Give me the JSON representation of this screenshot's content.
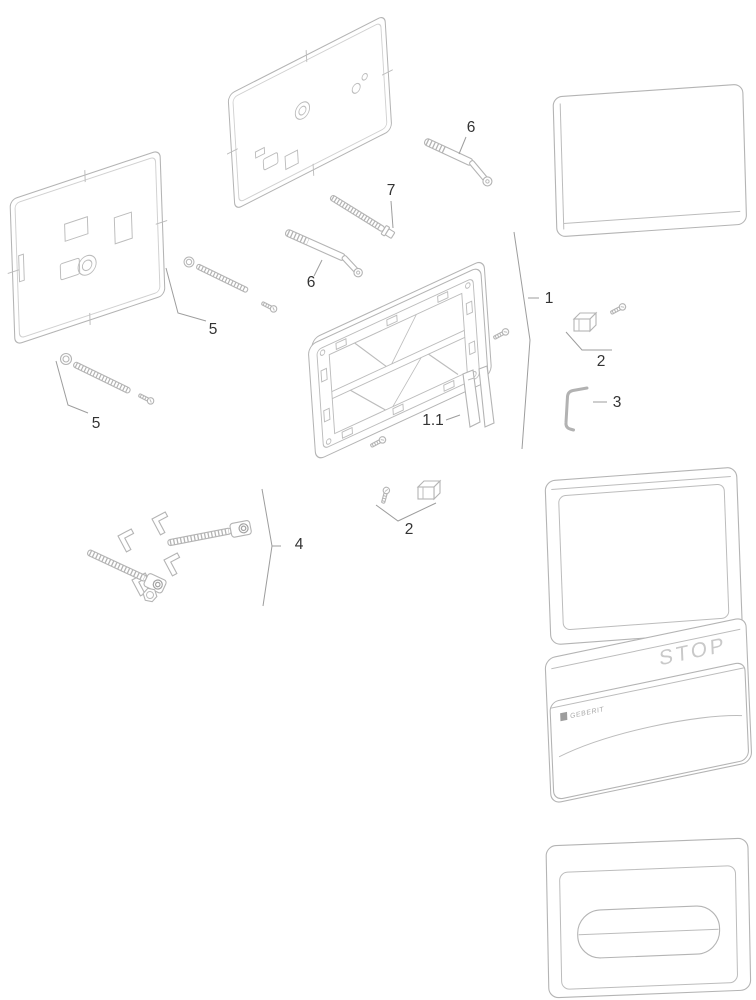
{
  "diagram": {
    "kind": "exploded-parts-diagram",
    "callouts": {
      "rod_upper": "6",
      "screw_long": "7",
      "rod_lower": "6",
      "fixing_upper": "5",
      "fixing_lower": "5",
      "frame": "1",
      "frame_lever": "1.1",
      "clip_upper": "2",
      "bent_rod": "3",
      "clip_lower": "2",
      "hardware_kit": "4"
    },
    "texts": {
      "stop": "STOP",
      "brand": "GEBERIT"
    },
    "colors": {
      "background": "#ffffff",
      "part_line": "#b4b4b4",
      "label_text": "#333333",
      "plate_text": "#c9c9c9"
    }
  }
}
